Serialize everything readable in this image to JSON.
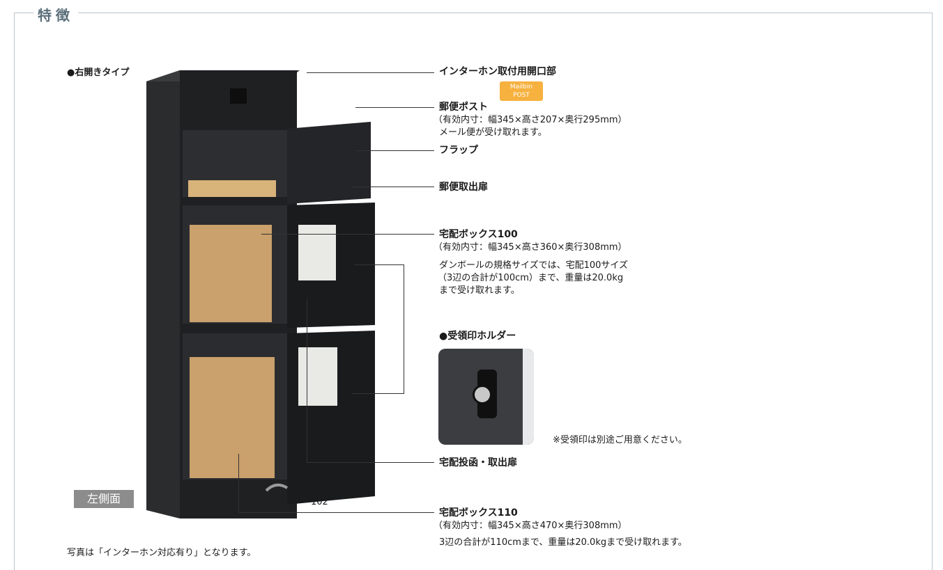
{
  "section": {
    "title": "特徴"
  },
  "product": {
    "type_label": "●右開きタイプ",
    "side_label": "左側面",
    "angle_label": "102°",
    "photo_note": "写真は「インターホン対応有り」となります。"
  },
  "logo": {
    "line1": "Mailbin",
    "line2": "POST"
  },
  "callouts": {
    "intercom": {
      "title": "インターホン取付用開口部"
    },
    "mail_post": {
      "title": "郵便ポスト",
      "dims": "（有効内寸：幅345×高さ207×奥行295mm）",
      "note": "メール便が受け取れます。"
    },
    "flap": {
      "title": "フラップ"
    },
    "mail_door": {
      "title": "郵便取出扉"
    },
    "box100": {
      "title": "宅配ボックス100",
      "dims": "（有効内寸：幅345×高さ360×奥行308mm）",
      "note1": "ダンボールの規格サイズでは、宅配100サイズ",
      "note2": "（3辺の合計が100cm）まで、重量は20.0kg",
      "note3": "まで受け取れます。"
    },
    "stamp_holder": {
      "title": "●受領印ホルダー",
      "note": "※受領印は別途ご用意ください。"
    },
    "delivery_door": {
      "title": "宅配投函・取出扉"
    },
    "box110": {
      "title": "宅配ボックス110",
      "dims": "（有効内寸：幅345×高さ470×奥行308mm）",
      "note": "3辺の合計が110cmまで、重量は20.0kgまで受け取れます。"
    }
  }
}
